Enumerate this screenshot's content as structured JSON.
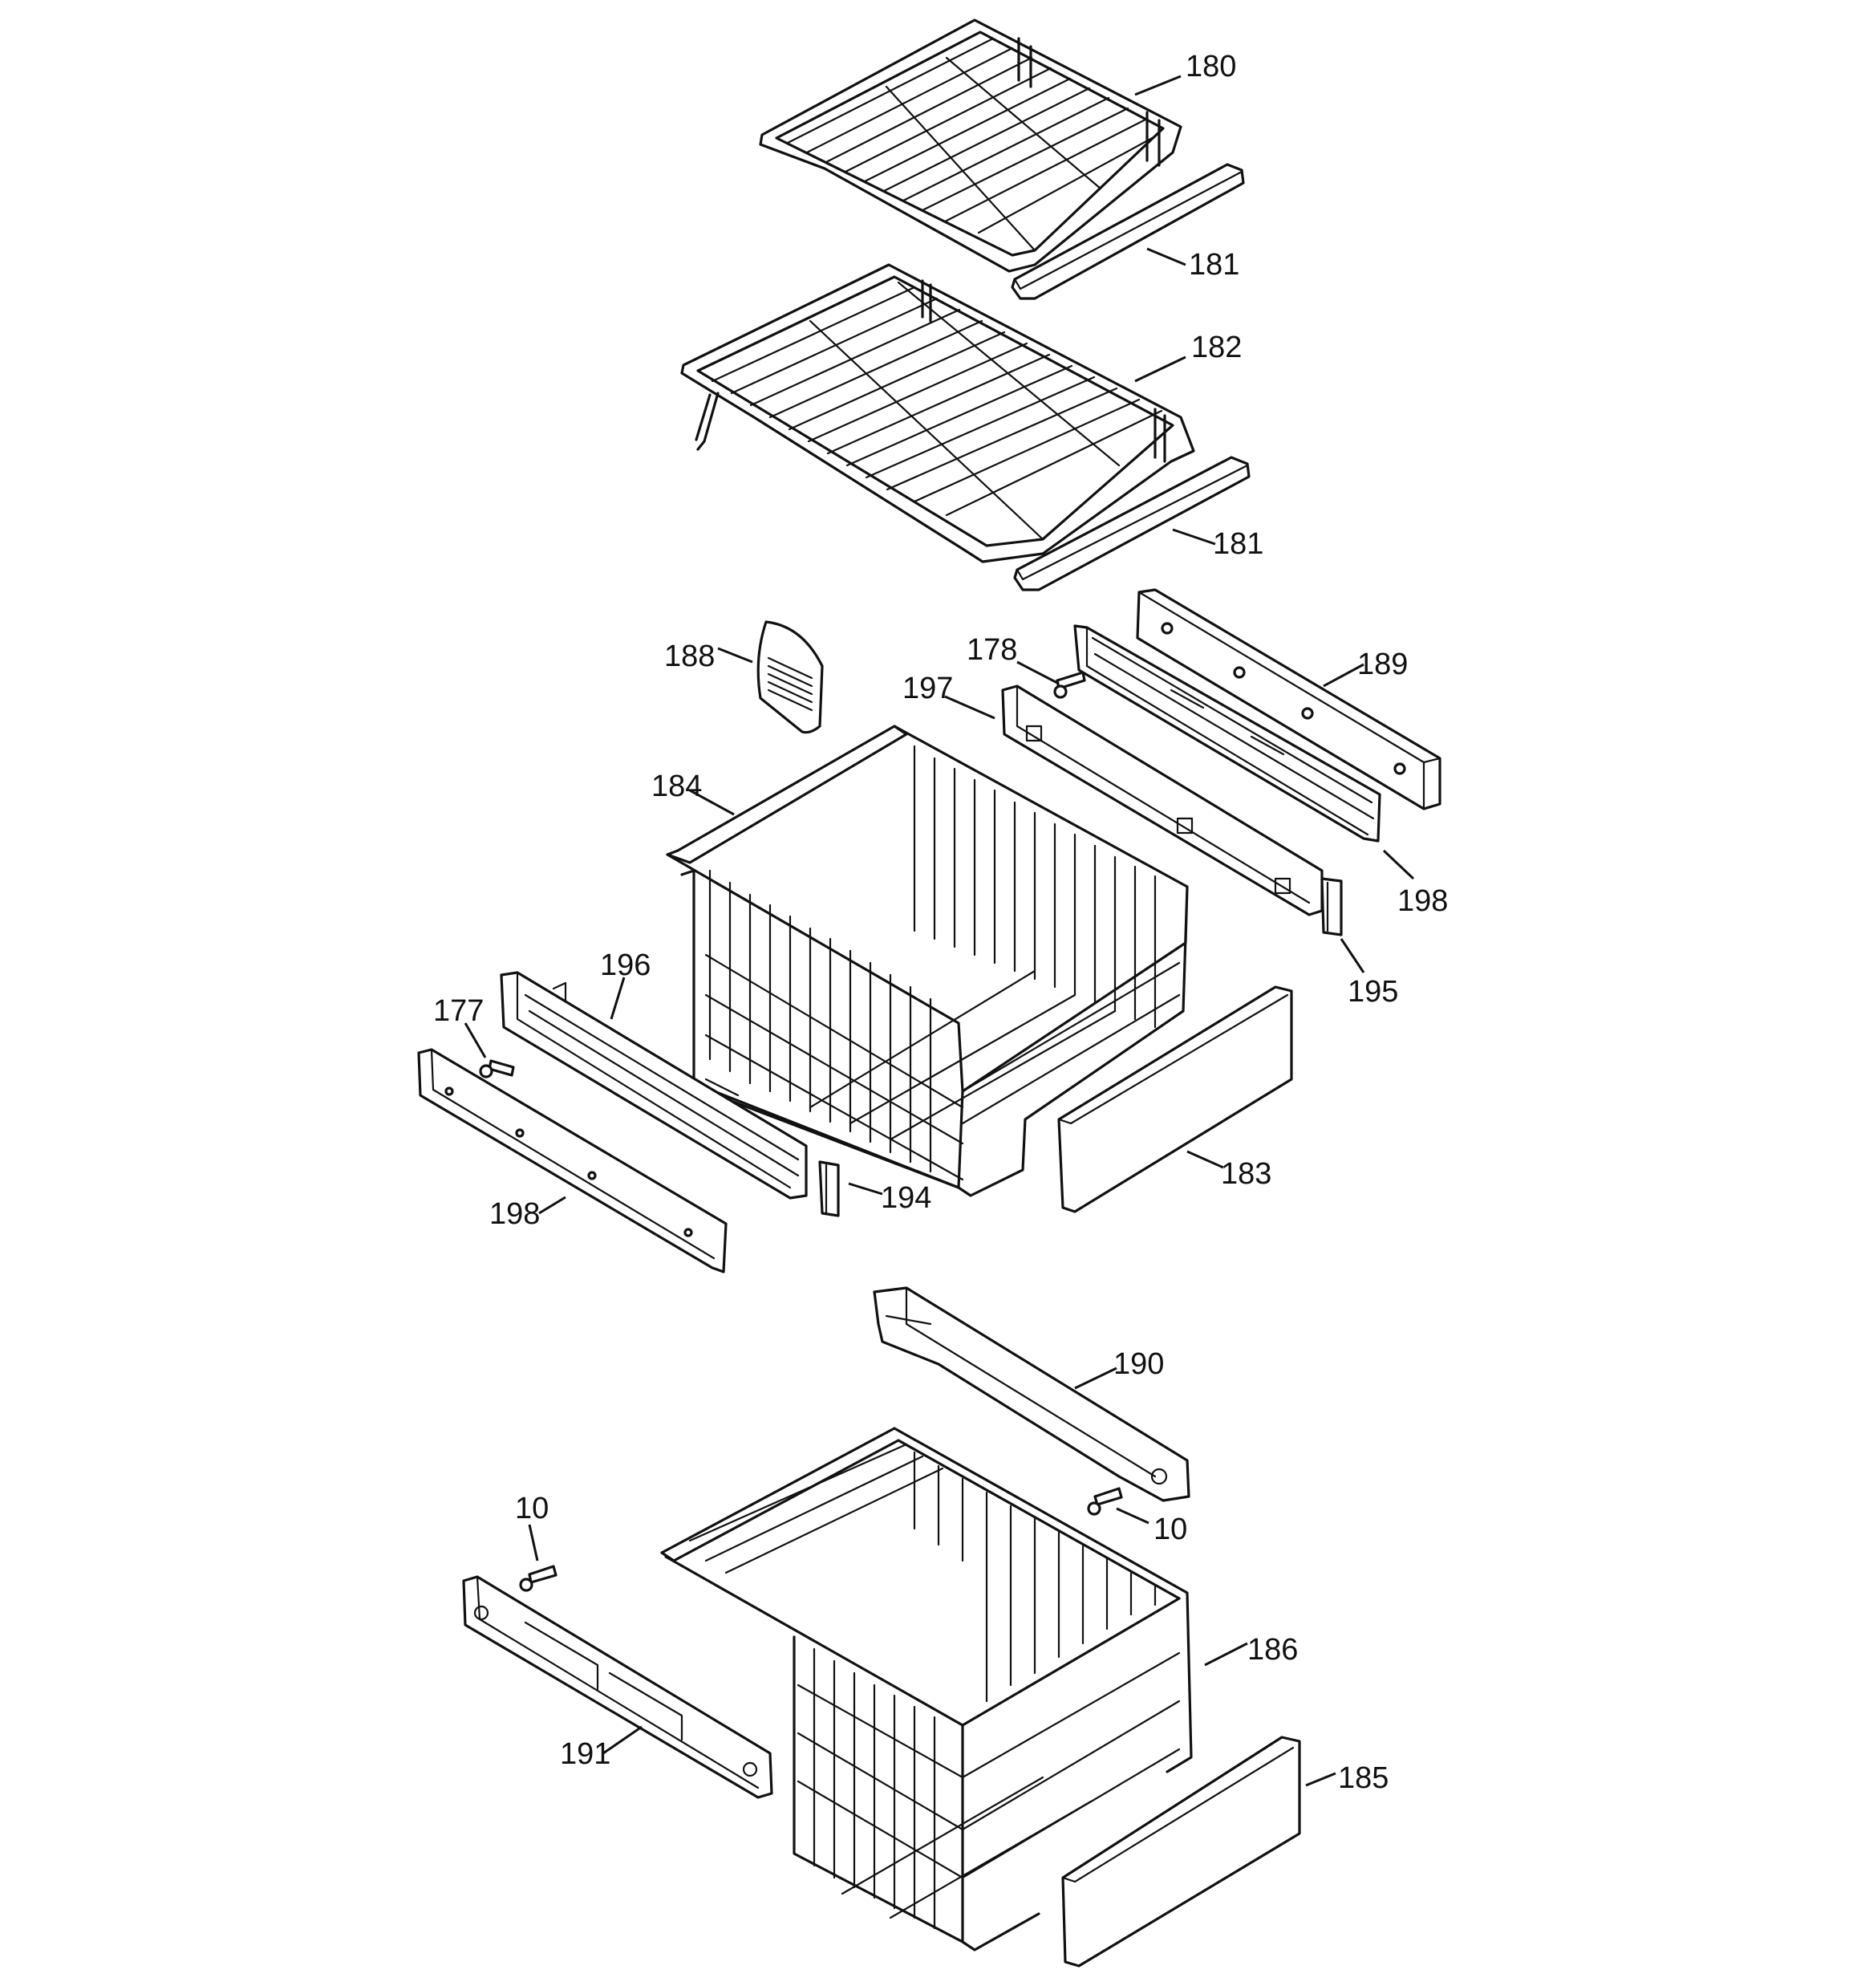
{
  "callouts": {
    "c180": "180",
    "c181a": "181",
    "c182": "182",
    "c181b": "181",
    "c188": "188",
    "c178": "178",
    "c189": "189",
    "c197": "197",
    "c184": "184",
    "c198a": "198",
    "c195": "195",
    "c196": "196",
    "c177": "177",
    "c183": "183",
    "c194": "194",
    "c198b": "198",
    "c190": "190",
    "c10a": "10",
    "c10b": "10",
    "c186": "186",
    "c191": "191",
    "c185": "185"
  },
  "colors": {
    "line": "#111111",
    "background": "#ffffff"
  }
}
